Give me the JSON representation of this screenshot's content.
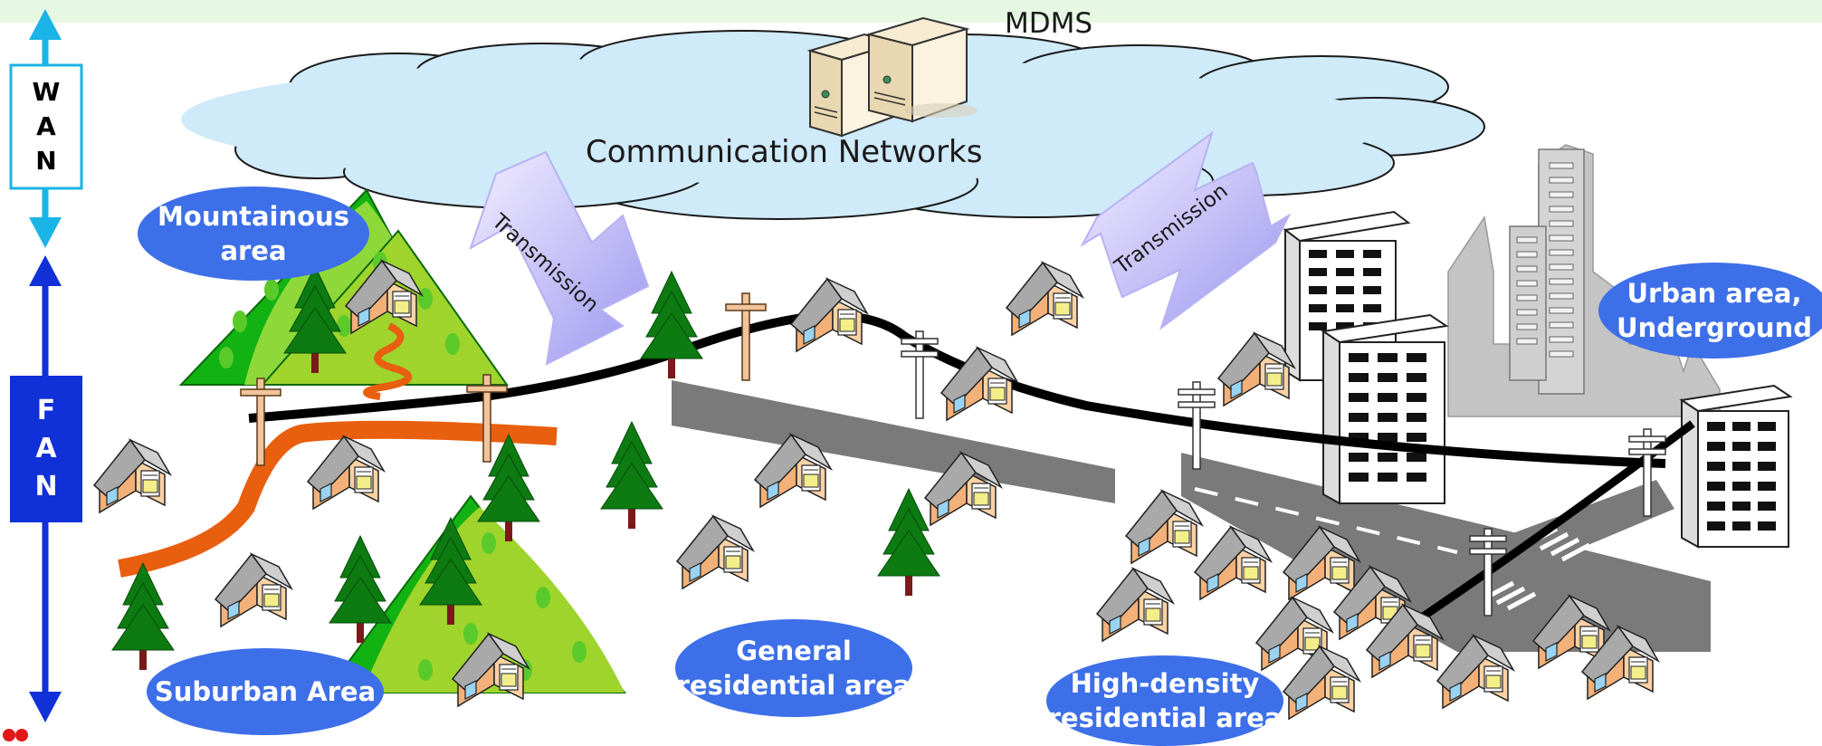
{
  "mdms_label": "MDMS",
  "cloud_label": "Communication Networks",
  "transmission_left": "Transmission",
  "transmission_right": "Transmission",
  "wan": [
    "W",
    "A",
    "N"
  ],
  "fan": [
    "F",
    "A",
    "N"
  ],
  "areas": {
    "mountainous": [
      "Mountainous",
      "area"
    ],
    "suburban": [
      "Suburban Area"
    ],
    "general": [
      "General",
      "residential area"
    ],
    "high_density": [
      "High-density",
      "residential area"
    ],
    "urban": [
      "Urban area,",
      "Underground"
    ]
  },
  "colors": {
    "wan_arrow": "#1ab4e6",
    "fan_arrow": "#1030d8",
    "oval": "#3d6fe8",
    "cloud": "#cfeaf9",
    "top_band": "#e6f8e2",
    "power_line": "#000000",
    "road": "#7a7a7a",
    "river": "#e85f10",
    "tree": "#0d7a12"
  }
}
